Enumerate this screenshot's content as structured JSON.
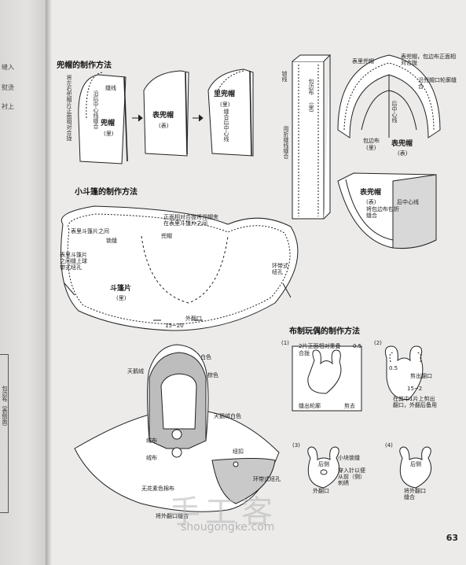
{
  "gutter": {
    "t1": "缝入",
    "t2": "熨烫",
    "t3": "衬上",
    "box_label": "包边布（表侧面）"
  },
  "sections": {
    "hood": "兜帽的制作方法",
    "cape": "小斗篷的制作方法",
    "doll": "布制玩偶的制作方法"
  },
  "hood": {
    "step1_note": "将左右兜帽片正面相对合拢",
    "step1_seam": "缝线",
    "step1_center": "沿后中心线缝合",
    "step1_piece": "兜帽",
    "step1_piece_sub": "(里)",
    "step2_piece": "表兜帽",
    "step2_piece_sub": "(表)",
    "step3_piece": "里兜帽",
    "step3_piece_sub": "(里)",
    "step3_center": "缝合后中心线",
    "binding_label": "包边布",
    "binding_sub": "(里)",
    "binding_note1": "用折缝线缝合",
    "binding_note2": "锁线",
    "r_outer": "表里兜帽",
    "r_note": "表兜帽，包边布正面相对合拢",
    "r_back": "沿兜帽口轮廓缝合",
    "r_center": "后中心线",
    "r_binding": "包边布",
    "r_binding_sub": "(里)",
    "r_piece": "表兜帽",
    "r_piece_sub": "(表)",
    "r2_piece": "表兜帽",
    "r2_sub": "(表)",
    "r2_center": "后中心线",
    "r2_note": "将包边布包折缝合"
  },
  "cape": {
    "note_top": "正面相对合拢将兜帽夹在表里斗篷片之间",
    "between": "表里斗篷片之间",
    "seam": "锁缝",
    "hood": "兜帽",
    "left_note": "表里斗篷片之间缝上球带式纽孔",
    "loop": "环带式纽孔",
    "piece": "斗篷片",
    "piece_sub": "(里)",
    "gap": "15~20",
    "opening": "外翻口"
  },
  "cape_illus": {
    "white": "白色",
    "velvet": "天鹅绒",
    "brown": "棕色",
    "velvet_white": "天鹅绒白色",
    "felt1": "绒布",
    "felt2": "绒布",
    "button": "纽扣",
    "cloth": "无花素色棉布",
    "loop": "环带式纽孔",
    "opening": "将外翻口缝合"
  },
  "doll": {
    "n1": "(1)",
    "n1_text1": "2片正面相对重叠",
    "n1_text2": "合拢",
    "n1_size": "0.5",
    "n1_seam": "缝出轮廓",
    "n1_cut": "剪去",
    "n2": "(2)",
    "n2_size": "0.5",
    "n2_cut": "剪出翻口",
    "n2_dim": "15~2",
    "n2_note": "在其中1片上剪出翻口，外翻后备用",
    "n3": "(3)",
    "n3_back": "后侧",
    "n3_stitch": "小块锁缝",
    "n3_note": "穿入针以便从前（侧）刺绣",
    "n3_opening": "外翻口",
    "n4": "(4)",
    "n4_back": "后侧",
    "n4_note": "将外翻口缝合"
  },
  "page_number": "63",
  "watermark": {
    "big": "手工客",
    "small": "shougongke.com"
  }
}
